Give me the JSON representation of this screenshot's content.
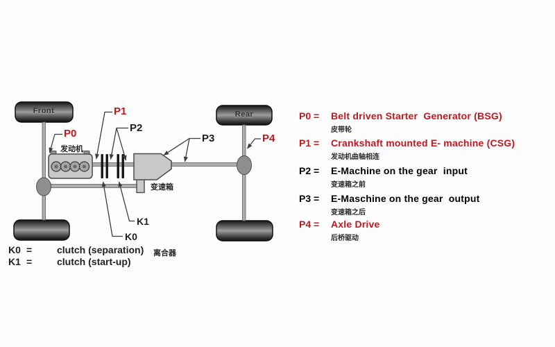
{
  "colors": {
    "red": "#c3171e",
    "black": "#1f1f1f"
  },
  "diagram": {
    "front_wheel_label": "Front",
    "rear_wheel_label": "Rear",
    "engine_label_cn": "发动机",
    "gearbox_label_cn": "变速箱",
    "clutch_label_cn": "离合器",
    "p0_label": "P0",
    "p1_label": "P1",
    "p2_label": "P2",
    "p3_label": "P3",
    "p4_label": "P4",
    "k0_label": "K0",
    "k1_label": "K1"
  },
  "clutch_legend": {
    "rows": [
      {
        "key": "K0",
        "eq": "=",
        "desc": "clutch (separation)"
      },
      {
        "key": "K1",
        "eq": "=",
        "desc": "clutch (start-up)"
      }
    ]
  },
  "legend": {
    "rows": [
      {
        "key": "P0 =",
        "desc": "Belt driven Starter  Generator (BSG)",
        "desc_cn": "皮带轮",
        "color": "red"
      },
      {
        "key": "P1 =",
        "desc": "Crankshaft mounted E- machine (CSG)",
        "desc_cn": "发动机曲轴相连",
        "color": "red"
      },
      {
        "key": "P2 =",
        "desc": "E-Machine on the gear  input",
        "desc_cn": "变速箱之前",
        "color": "black"
      },
      {
        "key": "P3 =",
        "desc": "E-Maschine on the gear  output",
        "desc_cn": "变速箱之后",
        "color": "black"
      },
      {
        "key": "P4 =",
        "desc": "Axle Drive",
        "desc_cn": "后桥驱动",
        "color": "red"
      }
    ]
  }
}
